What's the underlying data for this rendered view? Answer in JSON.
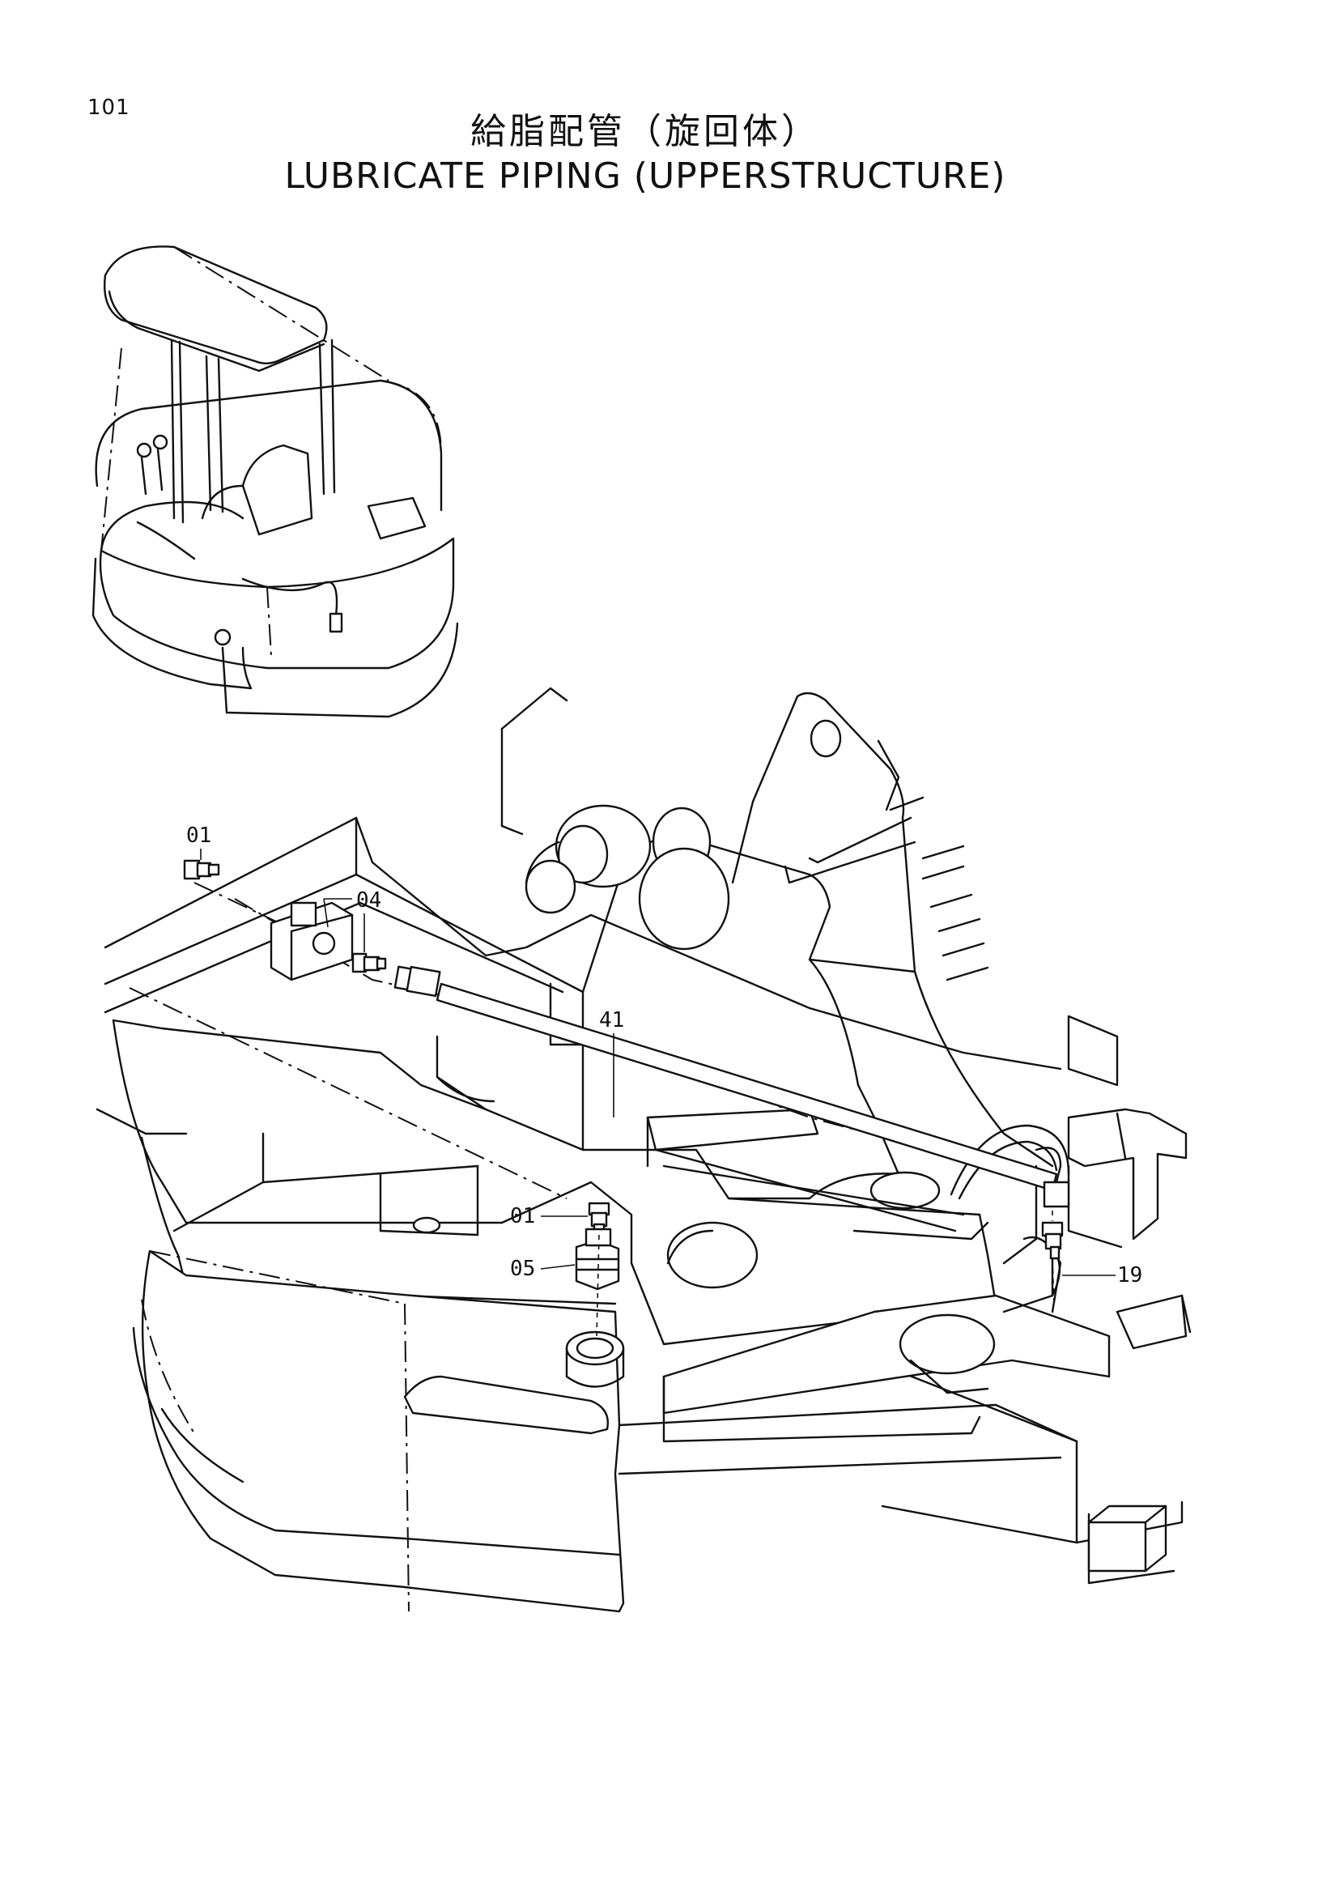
{
  "page": {
    "number": "101",
    "title_jp": "給脂配管（旋回体）",
    "title_en": "LUBRICATE PIPING (UPPERSTRUCTURE)"
  },
  "callouts": [
    {
      "id": "01-top",
      "label": "01"
    },
    {
      "id": "04",
      "label": "04"
    },
    {
      "id": "41",
      "label": "41"
    },
    {
      "id": "01-mid",
      "label": "01"
    },
    {
      "id": "05",
      "label": "05"
    },
    {
      "id": "19",
      "label": "19"
    }
  ]
}
